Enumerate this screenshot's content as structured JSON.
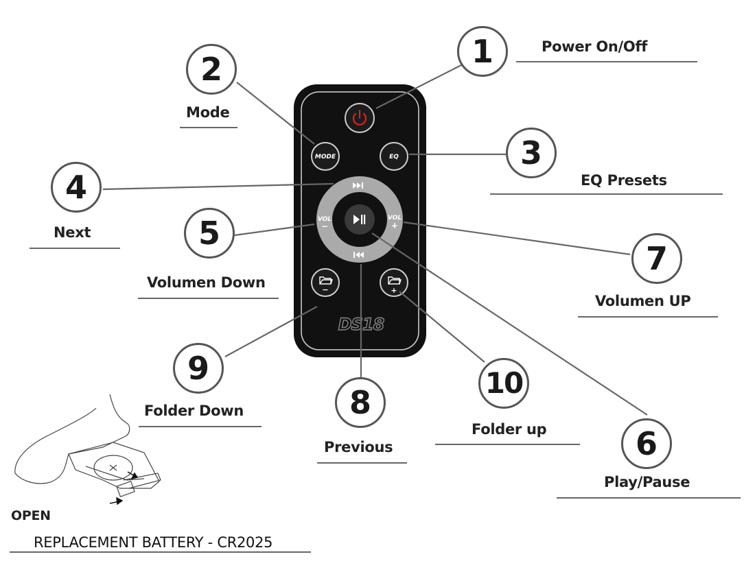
{
  "callouts": [
    {
      "number": "1",
      "label": "Power On/Off"
    },
    {
      "number": "2",
      "label": "Mode"
    },
    {
      "number": "3",
      "label": "EQ Presets"
    },
    {
      "number": "4",
      "label": "Next"
    },
    {
      "number": "5",
      "label": "Volumen Down"
    },
    {
      "number": "6",
      "label": "Play/Pause"
    },
    {
      "number": "7",
      "label": "Volumen UP"
    },
    {
      "number": "8",
      "label": "Previous"
    },
    {
      "number": "9",
      "label": "Folder Down"
    },
    {
      "number": "10",
      "label": "Folder up"
    }
  ],
  "remote": {
    "mode_label": "MODE",
    "eq_label": "EQ",
    "vol_label": "VOL",
    "vol_minus": "−",
    "vol_plus": "+",
    "folder_minus": "−",
    "folder_plus": "+",
    "brand": "DS18"
  },
  "battery": {
    "open_label": "OPEN",
    "replacement_label": "REPLACEMENT BATTERY - CR2025"
  },
  "colors": {
    "remote_body": "#111111",
    "remote_border": "#d8d8d8",
    "button": "#1c1c1c",
    "ring": "#aaaaaa",
    "power_icon": "#e02020",
    "callout_border": "#555555",
    "leader": "#666666"
  }
}
